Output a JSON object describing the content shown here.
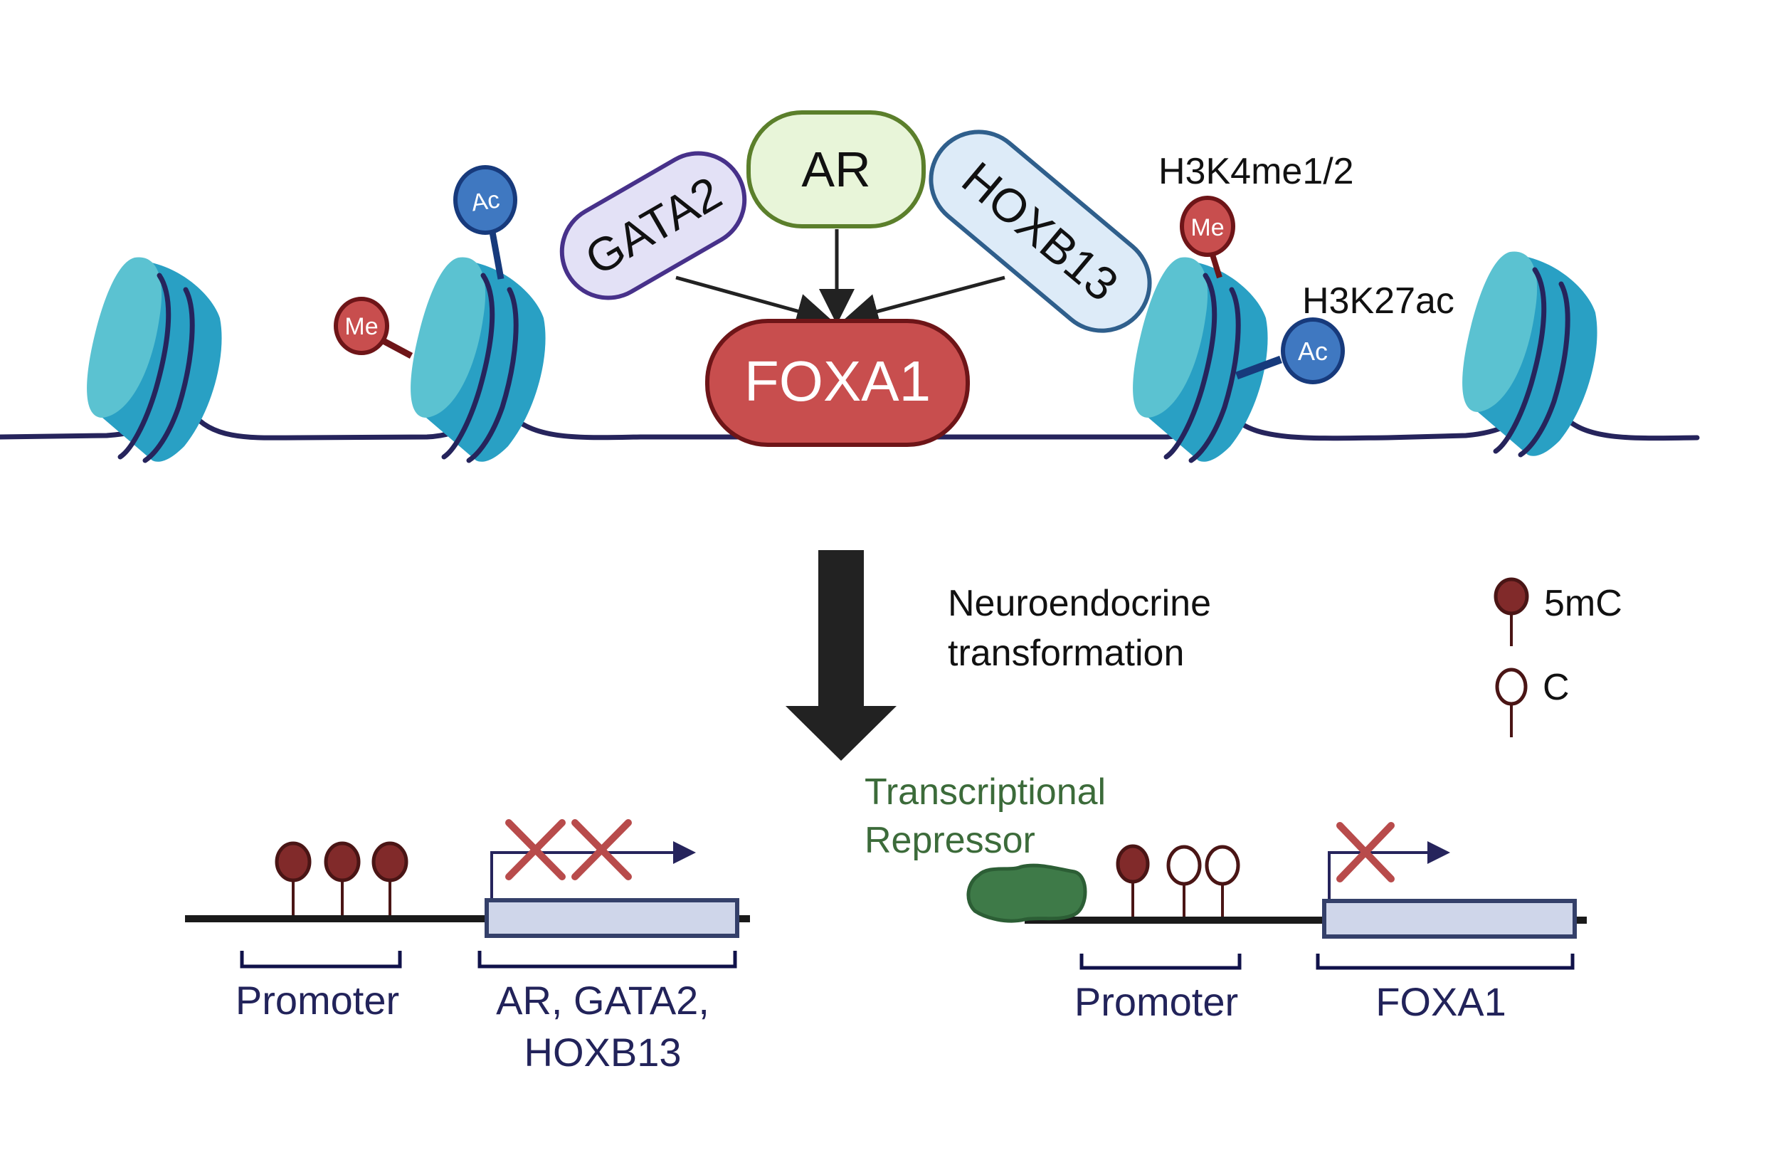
{
  "title": "FOXA1 regulation and neuroendocrine transformation",
  "top_panel": {
    "factors": {
      "ar": "AR",
      "gata2": "GATA2",
      "hoxb13": "HOXB13",
      "foxa1": "FOXA1"
    },
    "marks": {
      "me_label": "Me",
      "ac_label": "Ac",
      "h3k4me_label": "H3K4me1/2",
      "h3k27ac_label": "H3K27ac"
    }
  },
  "transition": {
    "line1": "Neuroendocrine",
    "line2": "transformation"
  },
  "legend": {
    "methylated": "5mC",
    "unmethylated": "C"
  },
  "bottom_left": {
    "promoter_label": "Promoter",
    "gene_label_line1": "AR, GATA2,",
    "gene_label_line2": "HOXB13",
    "methyl_sites": [
      "5mC",
      "5mC",
      "5mC"
    ],
    "blocked_marks": 2
  },
  "bottom_right": {
    "repressor_line1": "Transcriptional",
    "repressor_line2": "Repressor",
    "promoter_label": "Promoter",
    "gene_label": "FOXA1",
    "methyl_sites": [
      "5mC",
      "C",
      "C"
    ],
    "blocked_marks": 1
  },
  "colors": {
    "nucleosome_light": "#5bc2d1",
    "nucleosome_dark": "#29a0c4",
    "dna": "#26245c",
    "me": "#c84e4e",
    "me_border": "#6e1518",
    "ac": "#3f78c1",
    "ac_border": "#173a7c",
    "foxa1": "#c84e4e",
    "ar_fill": "#e8f5d9",
    "ar_border": "#5b7f2b",
    "gata2_fill": "#e3e1f6",
    "gata2_border": "#47318a",
    "hoxb13_fill": "#ddebf8",
    "hoxb13_border": "#2f5f8c",
    "methyl": "#812a2a",
    "cross": "#b84b4b",
    "gene_box": "#cfd6ea",
    "repressor": "#3e7a48"
  }
}
